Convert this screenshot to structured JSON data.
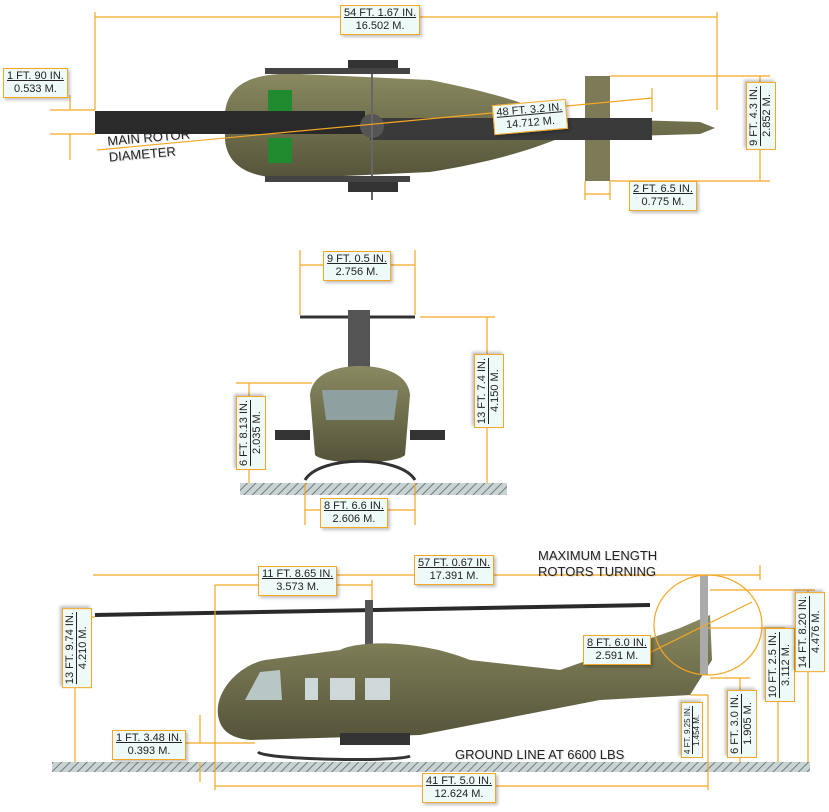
{
  "colors": {
    "dimension": "#f5a623",
    "body": "#6b6a45",
    "rotor": "#2a2a2a",
    "ground": "#9aa6a6",
    "canopy": "#1f8a2e"
  },
  "top_view": {
    "overall_length": {
      "ft": "54 FT. 1.67 IN.",
      "m": "16.502 M."
    },
    "blade_chord": {
      "ft": "1 FT. 90 IN.",
      "m": "0.533 M."
    },
    "rotor_diameter": {
      "ft": "48 FT. 3.2 IN.",
      "m": "14.712 M."
    },
    "rotor_note": [
      "MAIN ROTOR",
      "DIAMETER"
    ],
    "stabilizer_span": {
      "ft": "9 FT. 4.3 IN.",
      "m": "2.852 M."
    },
    "stabilizer_chord": {
      "ft": "2 FT. 6.5 IN.",
      "m": "0.775 M."
    }
  },
  "front_view": {
    "skid_width_top": {
      "ft": "9 FT. 0.5 IN.",
      "m": "2.756 M."
    },
    "height": {
      "ft": "13 FT. 7.4 IN.",
      "m": "4.150 M."
    },
    "fuselage_height": {
      "ft": "6 FT. 8.13 IN.",
      "m": "2.035 M."
    },
    "skid_track": {
      "ft": "8 FT. 6.6 IN.",
      "m": "2.606 M."
    }
  },
  "side_view": {
    "max_length": {
      "ft": "57 FT. 0.67 IN.",
      "m": "17.391 M."
    },
    "max_length_note": [
      "MAXIMUM LENGTH",
      "ROTORS TURNING"
    ],
    "nose_to_mast": {
      "ft": "11 FT. 8.65 IN.",
      "m": "3.573 M."
    },
    "rotor_height": {
      "ft": "13 FT. 9.74 IN.",
      "m": "4.210 M."
    },
    "tail_rotor_diameter": {
      "ft": "8 FT. 6.0 IN.",
      "m": "2.591 M."
    },
    "tail_rotor_hub_height": {
      "ft": "10 FT. 2.5 IN.",
      "m": "3.112 M."
    },
    "overall_height": {
      "ft": "14 FT. 8.20 IN.",
      "m": "4.476 M."
    },
    "tail_rotor_clearance": {
      "ft": "6 FT. 3.0 IN.",
      "m": "1.905 M."
    },
    "tail_skid_clearance": {
      "ft": "4 FT. 9.25 IN.",
      "m": "1.454 M."
    },
    "ground_clearance": {
      "ft": "1 FT. 3.48 IN.",
      "m": "0.393 M."
    },
    "ground_note": "GROUND LINE AT 6600 LBS",
    "fuselage_length": {
      "ft": "41 FT. 5.0 IN.",
      "m": "12.624 M."
    }
  }
}
